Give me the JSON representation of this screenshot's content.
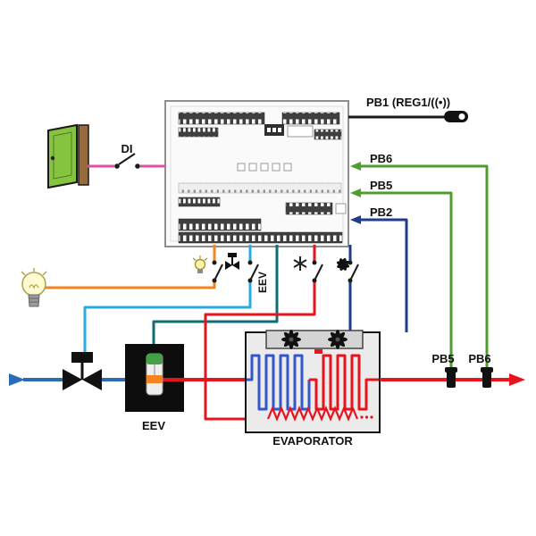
{
  "diagram": {
    "labels": {
      "di": "DI",
      "pb1": "PB1 (REG1/((•))",
      "pb6_input": "PB6",
      "pb5_input": "PB5",
      "pb2_input": "PB2",
      "eev_wire": "EEV",
      "eev_box": "EEV",
      "evaporator": "EVAPORATOR",
      "pb5_pipe": "PB5",
      "pb6_pipe": "PB6"
    },
    "colors": {
      "lamp_wire": "#f5841f",
      "solenoid_wire": "#29abe2",
      "eev_wire": "#0f6e74",
      "defrost_wire": "#e8131c",
      "fan_wire": "#1f3d8c",
      "probe_wire": "#4f9d2f",
      "door_wire": "#e24fa0",
      "inlet_pipe": "#2b6cb8",
      "outlet_pipe": "#e8131c",
      "pb1_wire": "#1a1a1a"
    }
  }
}
